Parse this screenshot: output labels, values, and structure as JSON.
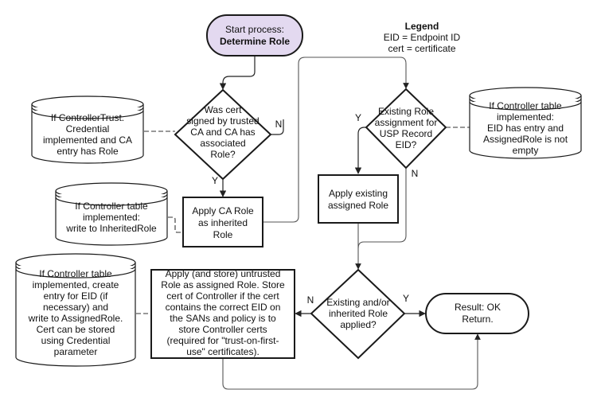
{
  "legend": {
    "title": "Legend",
    "lines": [
      "EID = Endpoint ID",
      "cert = certificate"
    ]
  },
  "nodes": {
    "start": {
      "line1": "Start process:",
      "line2": "Determine Role"
    },
    "cert_decision": [
      "Was cert",
      "signed by trusted",
      "CA and CA has",
      "associated",
      "Role?"
    ],
    "apply_ca": [
      "Apply CA Role",
      "as inherited",
      "Role"
    ],
    "existing_role": [
      "Existing Role",
      "assignment for",
      "USP Record",
      "EID?"
    ],
    "apply_existing": [
      "Apply existing",
      "assigned Role"
    ],
    "existing_inherited": [
      "Existing and/or",
      "inherited Role",
      "applied?"
    ],
    "result": [
      "Result: OK",
      "Return."
    ],
    "apply_untrusted": [
      "Apply (and store) untrusted",
      "Role as assigned Role. Store",
      "cert of Controller if the cert",
      "contains the correct EID on",
      "the SANs and policy is to",
      "store Controller certs",
      "(required for \"trust-on-first-",
      "use\" certificates)."
    ]
  },
  "notes": {
    "controller_trust": [
      "If ControllerTrust.",
      "Credential",
      "implemented and CA",
      "entry has Role"
    ],
    "inherited_write": [
      "If Controller table",
      "implemented:",
      "write to InheritedRole"
    ],
    "controller_eid": [
      "If Controller table",
      "implemented:",
      "EID has entry and",
      "AssignedRole is not",
      "empty"
    ],
    "create_entry": [
      "If Controller table",
      "implemented, create",
      "entry for EID (if",
      "necessary) and",
      "write to AssignedRole.",
      "Cert can be stored",
      "using Credential",
      "parameter"
    ]
  },
  "edge_labels": {
    "cert_no": "N",
    "cert_yes": "Y",
    "role_yes": "Y",
    "role_no": "N",
    "applied_no": "N",
    "applied_yes": "Y"
  }
}
